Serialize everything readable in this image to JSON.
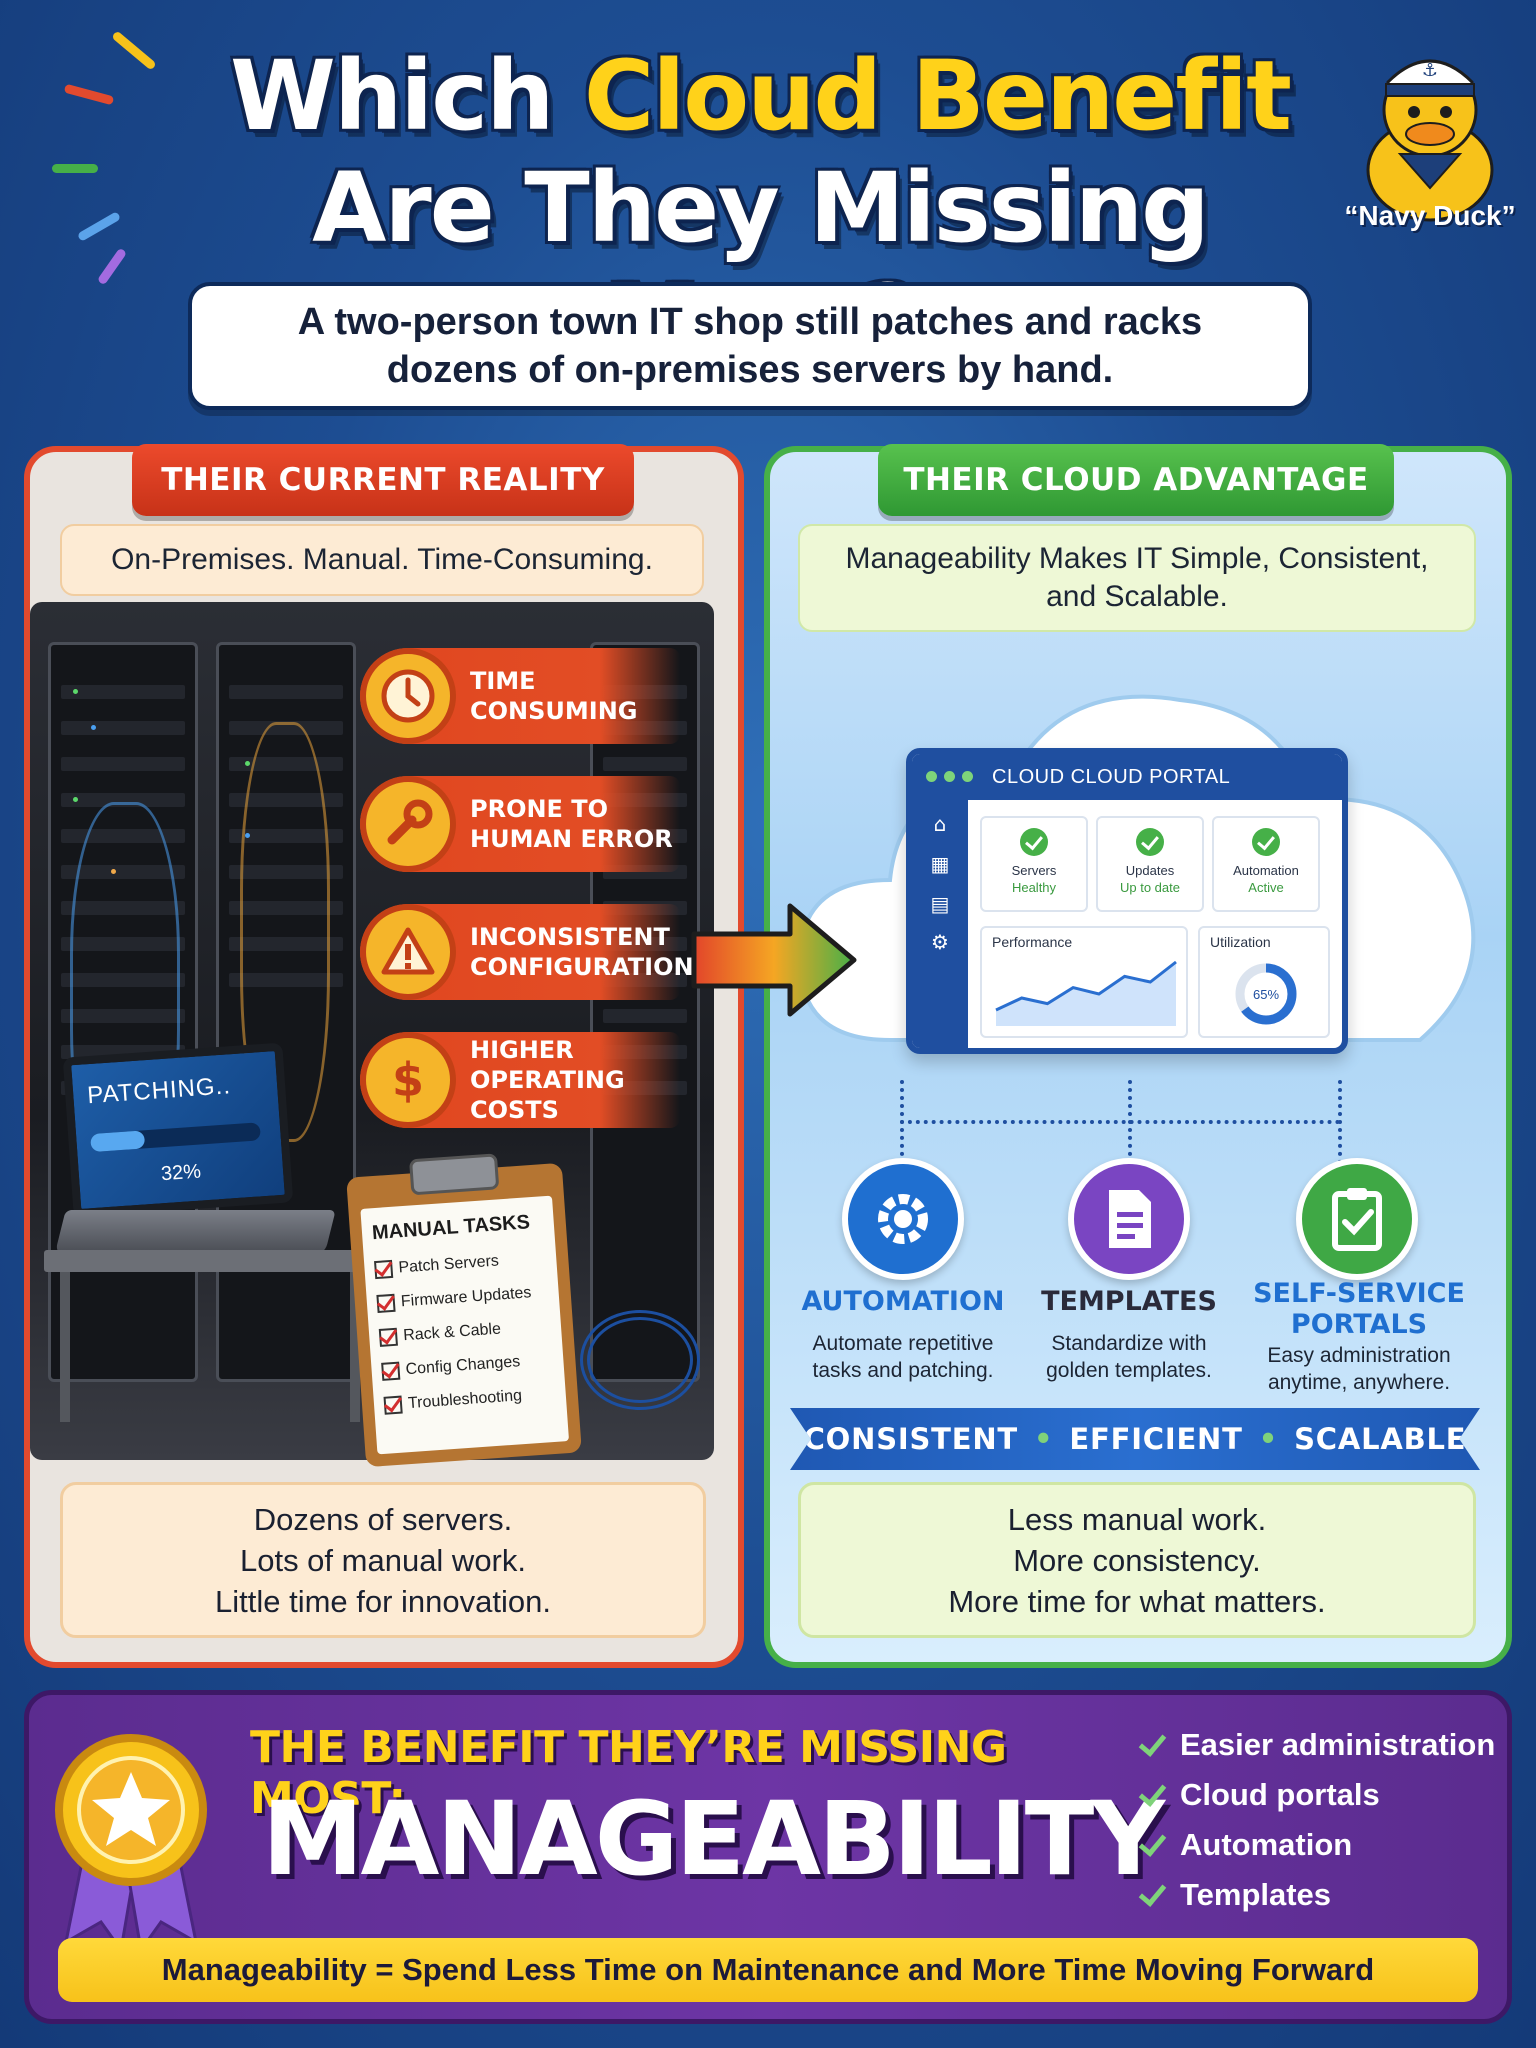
{
  "header": {
    "title_line1_plain": "Which ",
    "title_line1_highlight": "Cloud Benefit",
    "title_line2": "Are They Missing Most?",
    "subtitle": "A two-person town IT shop still patches and racks dozens of on-premises servers by hand.",
    "mascot_label": "“Navy Duck”"
  },
  "left_panel": {
    "ribbon": "THEIR CURRENT REALITY",
    "tagline": "On-Premises. Manual. Time-Consuming.",
    "issues": [
      {
        "icon": "clock-icon",
        "line1": "TIME",
        "line2": "CONSUMING"
      },
      {
        "icon": "wrench-icon",
        "line1": "PRONE TO",
        "line2": "HUMAN ERROR"
      },
      {
        "icon": "warning-icon",
        "line1": "INCONSISTENT",
        "line2": "CONFIGURATIONS"
      },
      {
        "icon": "dollar-icon",
        "line1": "HIGHER",
        "line2": "OPERATING COSTS"
      }
    ],
    "laptop": {
      "label": "PATCHING..",
      "progress_percent": 32,
      "progress_text": "32%"
    },
    "clipboard": {
      "title": "MANUAL TASKS",
      "items": [
        "Patch Servers",
        "Firmware Updates",
        "Rack & Cable",
        "Config Changes",
        "Troubleshooting"
      ]
    },
    "summary": [
      "Dozens of servers.",
      "Lots of manual work.",
      "Little time for innovation."
    ]
  },
  "right_panel": {
    "ribbon": "THEIR CLOUD ADVANTAGE",
    "tagline": "Manageability Makes IT Simple, Consistent, and Scalable.",
    "portal": {
      "title": "CLOUD CLOUD PORTAL",
      "stats": [
        {
          "name": "Servers",
          "status": "Healthy"
        },
        {
          "name": "Updates",
          "status": "Up to date"
        },
        {
          "name": "Automation",
          "status": "Active"
        }
      ],
      "performance_label": "Performance",
      "utilization_label": "Utilization",
      "utilization_percent": 65,
      "utilization_text": "65%",
      "performance_series": [
        20,
        35,
        28,
        48,
        40,
        62,
        55,
        80
      ]
    },
    "features": [
      {
        "icon": "gear-icon",
        "title": "AUTOMATION",
        "desc_line1": "Automate repetitive",
        "desc_line2": "tasks and patching.",
        "color": "#1f6fd0"
      },
      {
        "icon": "document-icon",
        "title": "TEMPLATES",
        "desc_line1": "Standardize with",
        "desc_line2": "golden templates.",
        "color": "#7a45c2"
      },
      {
        "icon": "clipboard-check-icon",
        "title_line1": "SELF-SERVICE",
        "title_line2": "PORTALS",
        "desc_line1": "Easy administration",
        "desc_line2": "anytime, anywhere.",
        "color": "#3fa845"
      }
    ],
    "banner": [
      "CONSISTENT",
      "EFFICIENT",
      "SCALABLE"
    ],
    "summary": [
      "Less manual work.",
      "More consistency.",
      "More time for what matters."
    ]
  },
  "bottom": {
    "kicker": "THE BENEFIT THEY’RE MISSING MOST:",
    "headline": "MANAGEABILITY",
    "checklist": [
      "Easier administration",
      "Cloud portals",
      "Automation",
      "Templates"
    ],
    "footer": "Manageability = Spend Less Time on Maintenance and More Time Moving Forward"
  },
  "colors": {
    "red": "#e24a2e",
    "green": "#46b048",
    "blue": "#1f4fa0",
    "purple": "#6d35a5",
    "yellow": "#ffd21a"
  }
}
